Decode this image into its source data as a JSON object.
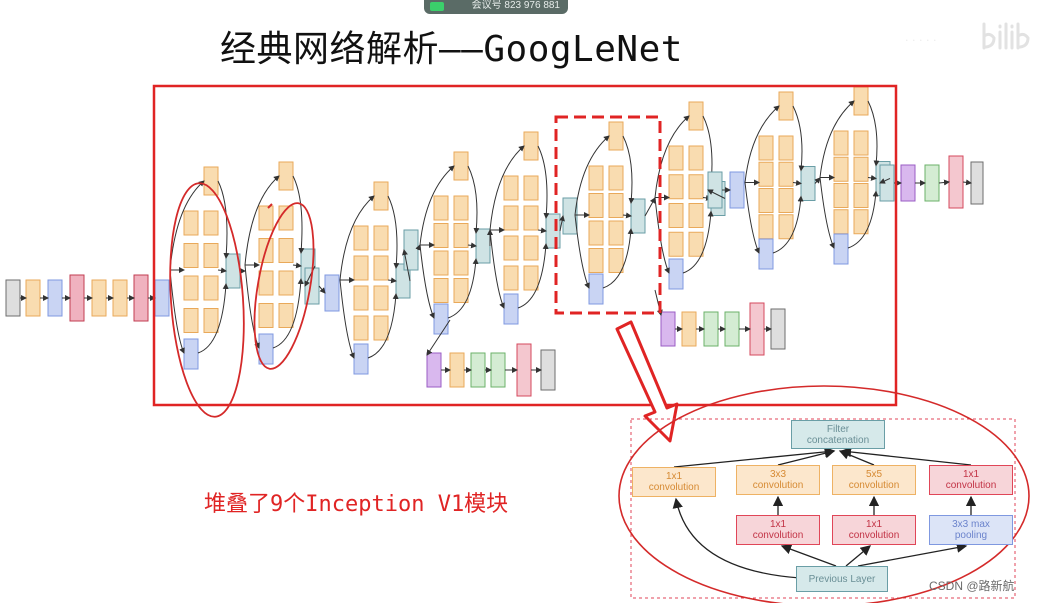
{
  "meeting_bar": {
    "text": "会议号 823 976 881"
  },
  "title": "经典网络解析——GoogLeNet",
  "watermark": {
    "logo": "bilibili"
  },
  "caption": "堆叠了9个Inception V1模块",
  "csdn_watermark": "CSDN @路新航",
  "inception_module": {
    "filter_concat": [
      "Filter",
      "concatenation"
    ],
    "top_row": [
      [
        "1x1",
        "convolution"
      ],
      [
        "3x3",
        "convolution"
      ],
      [
        "5x5",
        "convolution"
      ],
      [
        "1x1",
        "convolution"
      ]
    ],
    "mid_row": [
      [
        "1x1",
        "convolution"
      ],
      [
        "1x1",
        "convolution"
      ],
      [
        "3x3 max",
        "pooling"
      ]
    ],
    "previous_layer": "Previous Layer"
  },
  "colors": {
    "annotation_red": "#e02424",
    "conv_orange": "#fce7cc",
    "conv_red": "#f7d5d9",
    "pool_blue": "#dce4f7",
    "concat_teal": "#d6e9ea"
  }
}
